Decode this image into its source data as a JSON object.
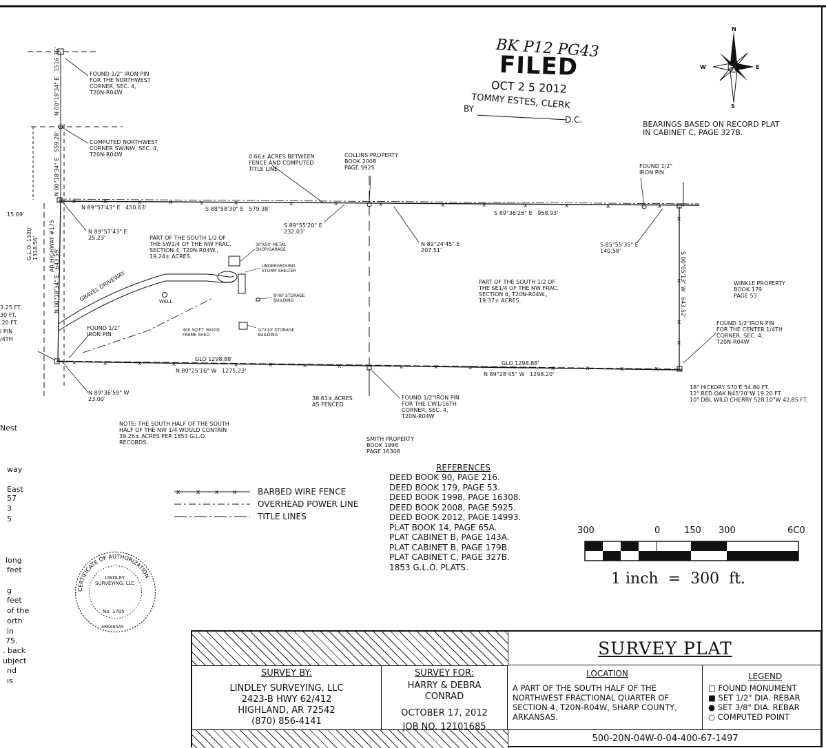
{
  "stamp": {
    "book_page": "BK P12 PG43",
    "filed": "FILED",
    "date": "OCT 2 5 2012",
    "clerk": "TOMMY ESTES, CLERK",
    "by": "BY",
    "dc": "D.C."
  },
  "compass": {
    "north": "N",
    "east": "E",
    "west": "W",
    "south": "S"
  },
  "bearings_note": "BEARINGS BASED ON RECORD PLAT\nIN CABINET C, PAGE 327B.",
  "labels": {
    "nw_corner_pin": "FOUND 1/2\" IRON PIN\nFOR THE NORTHWEST\nCORNER, SEC. 4,\nT20N-R04W",
    "computed_nw": "COMPUTED NORTHWEST\nCORNER SW/NW, SEC. 4,\nT20N-R04W",
    "acres_between": "0.66± ACRES BETWEEN\nFENCE AND COMPUTED\nTITLE LINE",
    "collins": "COLLINS PROPERTY\nBOOK 2008\nPAGE 5925",
    "found_pin_ne": "FOUND 1/2\"\nIRON PIN",
    "west_tract": "PART OF THE SOUTH 1/2 OF\nTHE SW1/4 OF THE NW FRAC.\nSECTION 4, T20N-R04W.,\n19.24± ACRES.",
    "east_tract": "PART OF THE SOUTH 1/2 OF\nTHE SE1/4 OF THE NW FRAC.\nSECTION 4, T20N-R04W.,\n19.37± ACRES.",
    "metal_shop": "30'X50' METAL\nSHOP/GARAGE",
    "storm_shelter": "UNDERGROUND\nSTORM SHELTER",
    "storage_8x8": "8'X8' STORAGE\nBUILDING",
    "storage_10x10": "10'X10' STORAGE\nBUILDING",
    "wood_shed": "400 SQ.FT. WOOD\nFRAME SHED",
    "well": "WELL",
    "driveway": "GRAVEL DRIVEWAY",
    "highway": "AR HIGHWAY #175",
    "found_pin_sw": "FOUND 1/2\"\nIRON PIN",
    "winkle": "WINKLE PROPERTY\nBOOK 179\nPAGE 53",
    "center_pin": "FOUND 1/2\"IRON PIN\nFOR THE CENTER 1/4TH\nCORNER, SEC. 4,\nT20N-R04W",
    "witness_trees": "18\" HICKORY S70'E 54.80 FT.\n12\" RED OAK N45'20\"W 19.20 FT.\n10\" DBL WILD CHERRY S28'10\"W 42.85 FT.",
    "acres_fenced": "38.61± ACRES\nAS FENCED",
    "cw16_pin": "FOUND 1/2\"IRON PIN\nFOR THE CW1/16TH\nCORNER, SEC. 4,\nT20N-R04W",
    "note": "NOTE: THE SOUTH HALF OF THE SOUTH\nHALF OF THE NW 1/4 WOULD CONTAIN\n39.26± ACRES PER 1853 G.L.O.\nRECORDS.",
    "smith": "SMITH PROPERTY\nBOOK 1998\nPAGE 16308"
  },
  "bearings": {
    "n1": "N 89°57'43\" E   450.63'",
    "n2": "S 88°58'30\" E   579.38'",
    "n3": "S 89°55'20\" E\n232.03'",
    "n4": "N 89°24'45\" E\n207.51'",
    "n5": "S 89°36'26\" E   958.93'",
    "n6": "S 85°55'35\" E\n140.58'",
    "nw_short": "N 89°57'43\" E\n25.23'",
    "sw_short": "N 89°36'59\" W\n23.00'",
    "s1": "N 89°25'16\" W   1275.23'",
    "s1_glo": "GLO 1298.88'",
    "s2": "N 89°28'45\" W   1298.20'",
    "s2_glo": "GLO 1298.88'",
    "w_upper": "N 00°18'34\" E   1516.36'",
    "w_mid": "N 00°18'34\" E   559.28'",
    "w_low": "N 00°18'34\" E   643.59'",
    "glo_1320": "G.L.O. 1320'\n1318.56'",
    "e_side": "S 00°05'13\" W   643.52'",
    "left_15": "15.69'"
  },
  "legend_lines": {
    "fence": "BARBED WIRE FENCE",
    "power": "OVERHEAD POWER LINE",
    "title": "TITLE LINES"
  },
  "references": {
    "title": "REFERENCES",
    "items": [
      "DEED BOOK 90, PAGE 216.",
      "DEED BOOK 179, PAGE 53.",
      "DEED BOOK 1998, PAGE 16308.",
      "DEED BOOK 2008, PAGE 5925.",
      "DEED BOOK 2012, PAGE 14993.",
      "PLAT BOOK 14, PAGE 65A.",
      "PLAT CABINET B, PAGE 143A.",
      "PLAT CABINET B, PAGE 179B.",
      "PLAT CABINET C, PAGE 327B.",
      "1853 G.L.O. PLATS."
    ]
  },
  "scale": {
    "ticks": [
      "300",
      "0",
      "150",
      "300",
      "6C0"
    ],
    "text": "1 inch  =  300  ft."
  },
  "seal": {
    "top": "CERTIFICATE OF AUTHORIZATION",
    "name": "LINDLEY\nSURVEYING, LLC",
    "number": "No. 1795",
    "state": "ARKANSAS"
  },
  "left_fragments": [
    "3.25 FT.",
    "30 FT.",
    ".20 FT.",
    "I PIN",
    "/4TH",
    "Nest",
    "way",
    "East",
    "57",
    "3",
    "5",
    "long",
    "feet",
    "g",
    "feet",
    "of the",
    "orth",
    "in",
    "75.",
    ". back",
    "ubject",
    "nd",
    "ıs"
  ],
  "title_block": {
    "title": "SURVEY PLAT",
    "survey_by_head": "SURVEY BY:",
    "survey_by": "LINDLEY SURVEYING, LLC\n2423-B HWY 62/412\nHIGHLAND, AR 72542\n(870) 856-4141",
    "survey_for_head": "SURVEY FOR:",
    "survey_for": "HARRY & DEBRA\nCONRAD",
    "date": "OCTOBER 17, 2012",
    "job": "JOB NO. 12101685",
    "location_head": "LOCATION",
    "location": "A PART OF THE SOUTH HALF OF THE\nNORTHWEST FRACTIONAL QUARTER OF\nSECTION 4, T20N-R04W, SHARP COUNTY,\nARKANSAS.",
    "legend_head": "LEGEND",
    "legend": [
      "□ FOUND MONUMENT",
      "■ SET 1/2\" DIA. REBAR",
      "● SET 3/8\" DIA. REBAR",
      "○ COMPUTED POINT"
    ],
    "parcel": "500-20N-04W-0-04-400-67-1497"
  }
}
